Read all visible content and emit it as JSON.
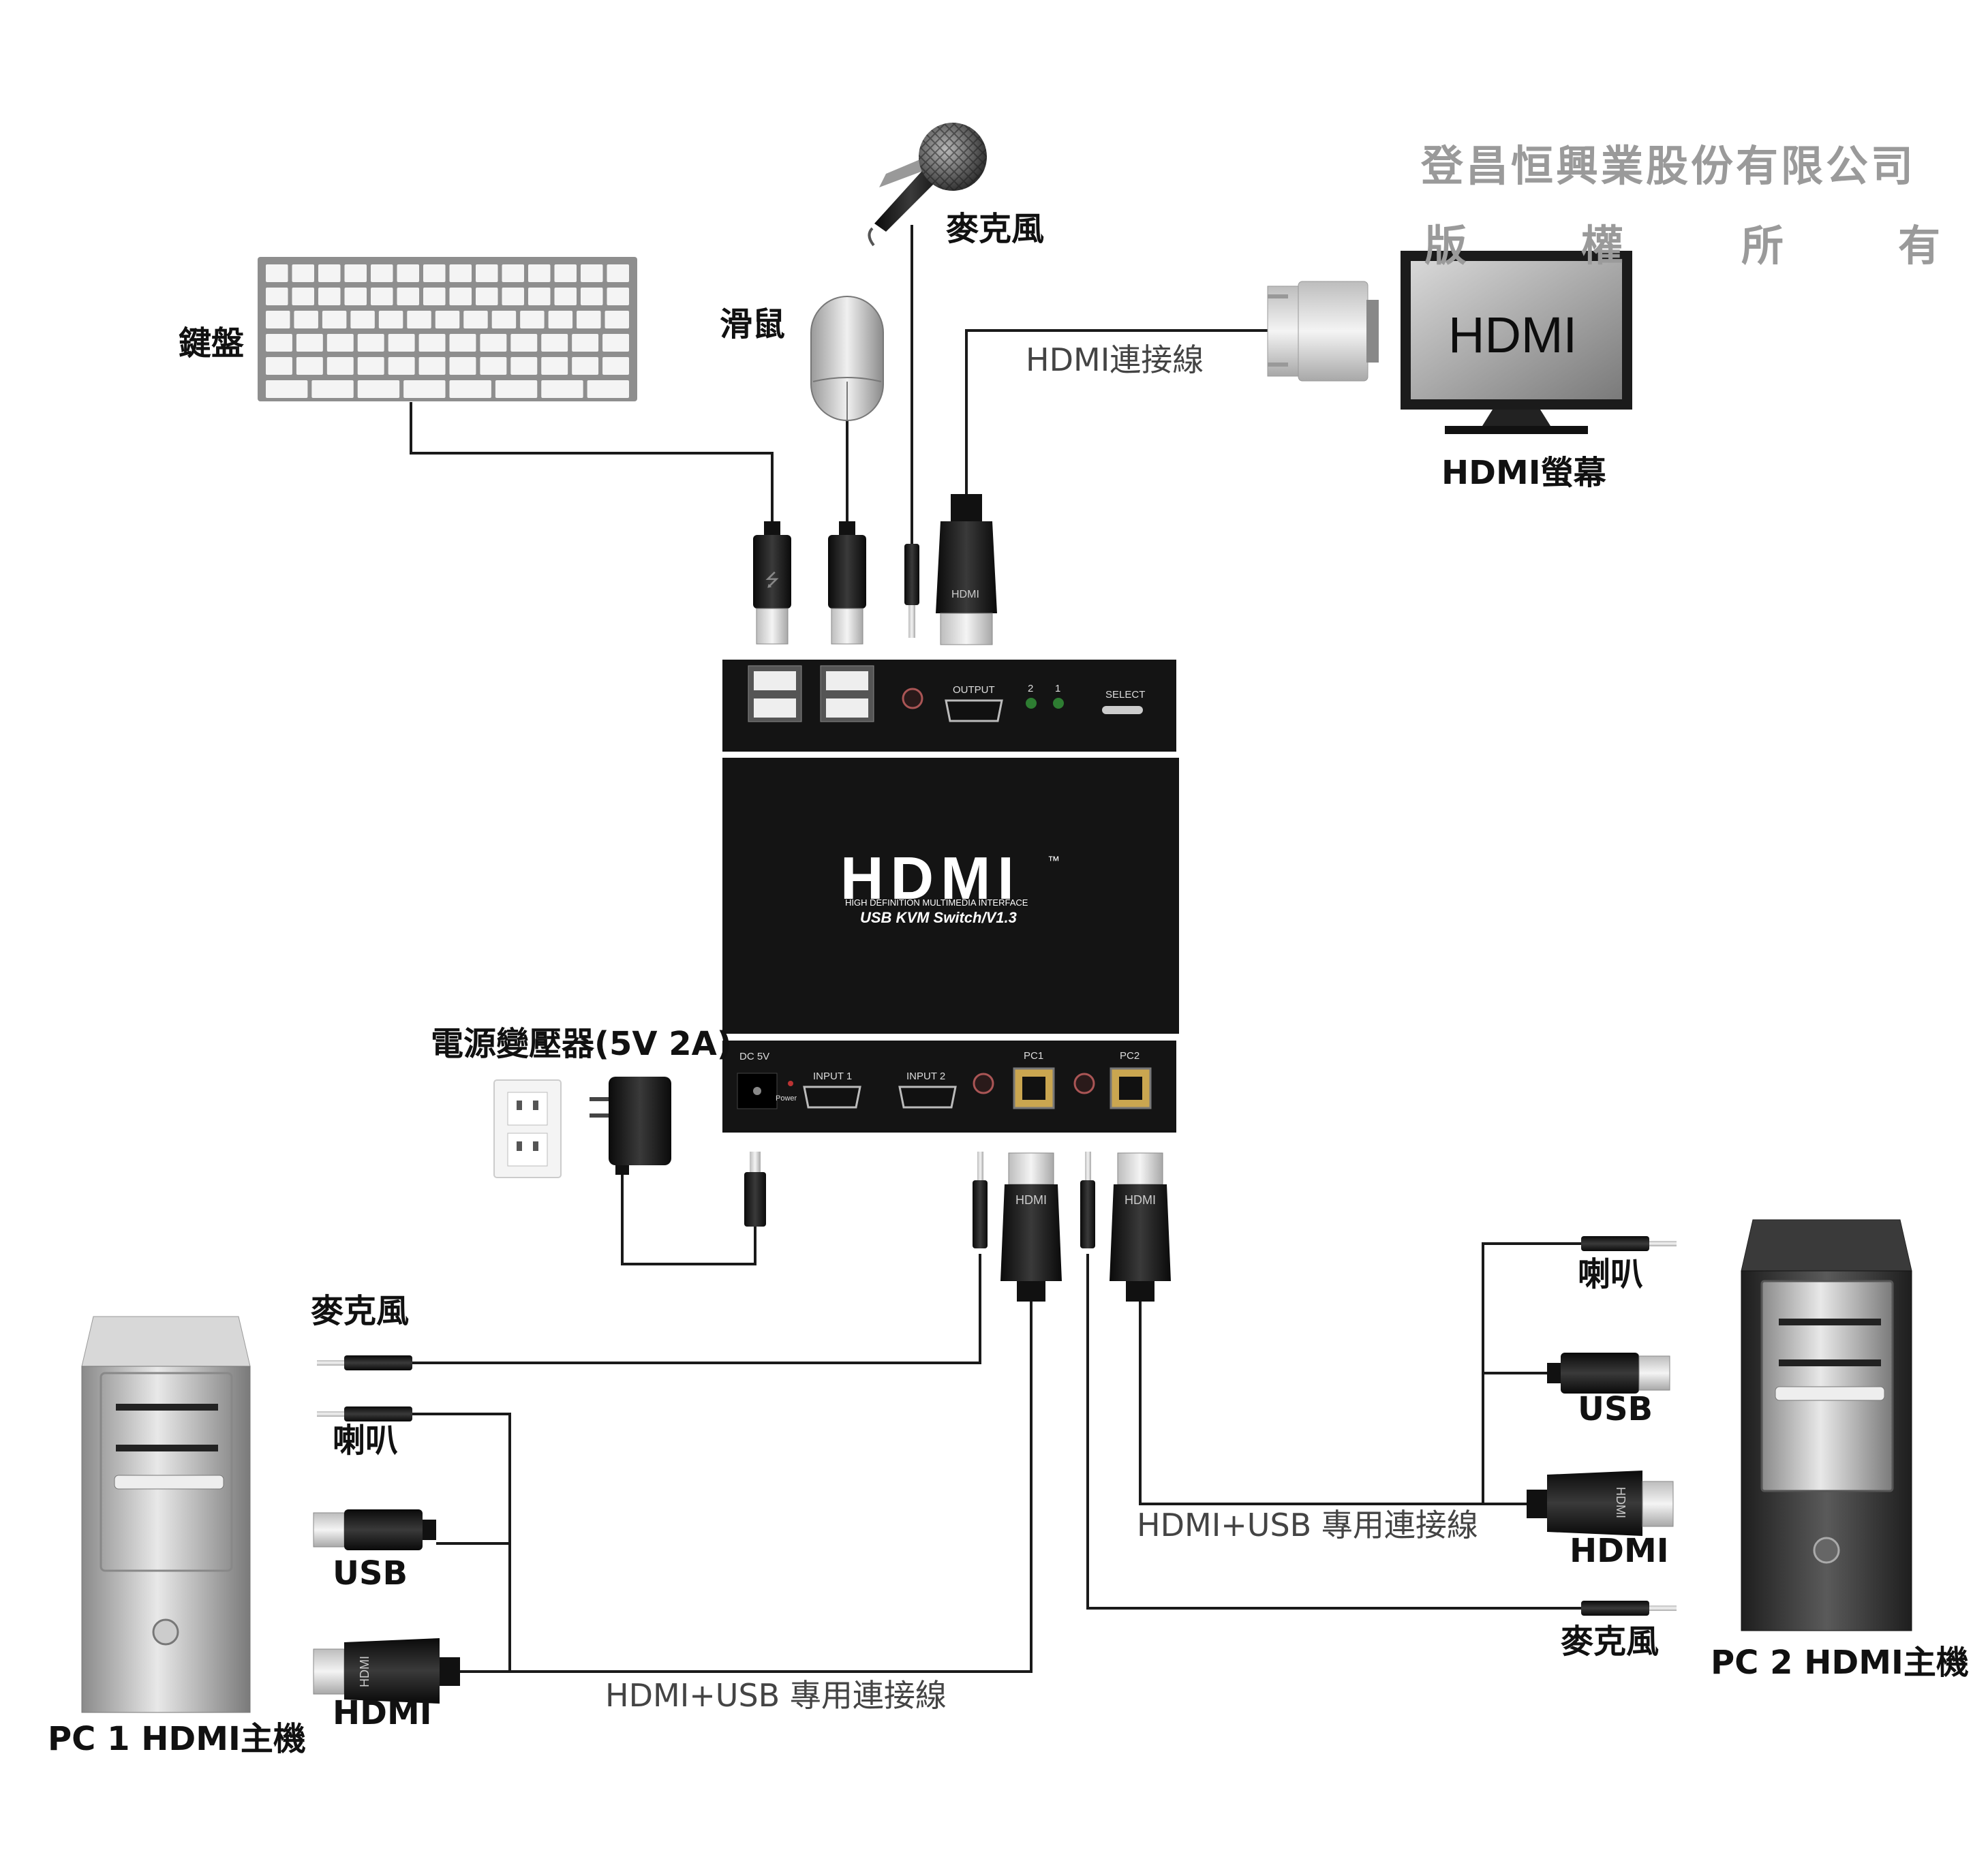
{
  "copyright": {
    "line1": "登昌恒興業股份有限公司",
    "line2_chars": [
      "版",
      "權",
      "所",
      "有"
    ]
  },
  "labels": {
    "keyboard": "鍵盤",
    "mouse": "滑鼠",
    "mic_top": "麥克風",
    "hdmi_cable_top": "HDMI連接線",
    "monitor": "HDMI螢幕",
    "monitor_screen": "HDMI",
    "power_adapter": "電源變壓器(5V 2A)",
    "pc1": "PC 1 HDMI主機",
    "pc2": "PC 2 HDMI主機",
    "pc1_mic": "麥克風",
    "pc1_speaker": "喇叭",
    "pc1_usb": "USB",
    "pc1_hdmi": "HDMI",
    "pc2_speaker": "喇叭",
    "pc2_usb": "USB",
    "pc2_hdmi": "HDMI",
    "pc2_mic": "麥克風",
    "cable_left": "HDMI+USB 專用連接線",
    "cable_right": "HDMI+USB 專用連接線"
  },
  "device": {
    "logo": "HDMI",
    "tm": "™",
    "subtitle": "HIGH DEFINITION MULTIMEDIA INTERFACE",
    "model": "USB KVM Switch/V1.3",
    "front": {
      "output": "OUTPUT",
      "led2": "2",
      "led1": "1",
      "select": "SELECT"
    },
    "rear": {
      "dc": "DC 5V",
      "power": "Power",
      "input1": "INPUT 1",
      "input2": "INPUT 2",
      "pc1": "PC1",
      "pc2": "PC2"
    }
  },
  "connector_tags": {
    "hdmi": "HDMI"
  },
  "colors": {
    "device": "#141414",
    "cable": "#1a1a1a",
    "label": "#111111",
    "cable_label": "#444444",
    "copyright": "#9a9a9a"
  }
}
